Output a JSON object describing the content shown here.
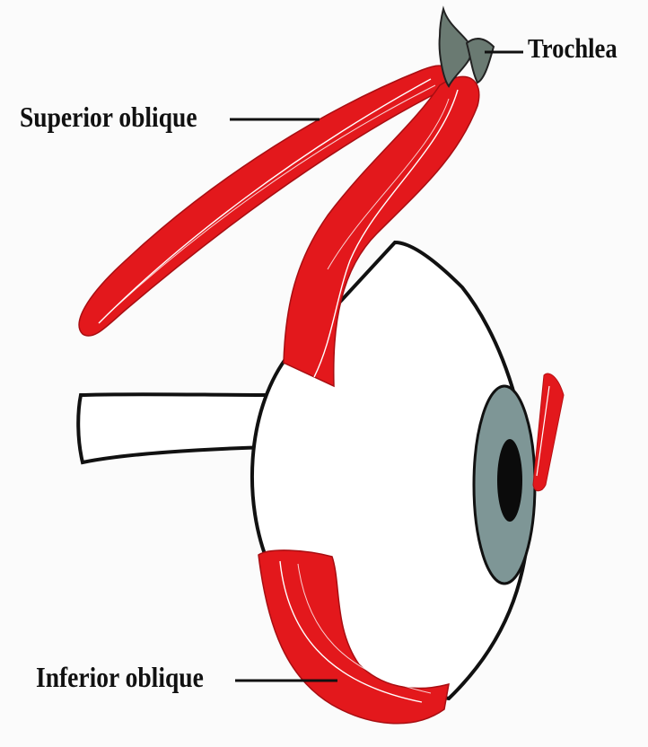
{
  "labels": {
    "trochlea": "Trochlea",
    "superior_oblique": "Superior oblique",
    "inferior_oblique": "Inferior oblique"
  },
  "colors": {
    "muscle": "#e3181c",
    "muscle_dark": "#b80f12",
    "trochlea": "#6a7a72",
    "iris": "#7e9696",
    "pupil": "#0b0b0b",
    "outline": "#111111",
    "background": "#fbfbfb"
  },
  "icons": {
    "eyeball": "eyeball-shape",
    "optic_nerve": "optic-nerve-shape",
    "trochlea": "trochlea-pulley-shape"
  }
}
